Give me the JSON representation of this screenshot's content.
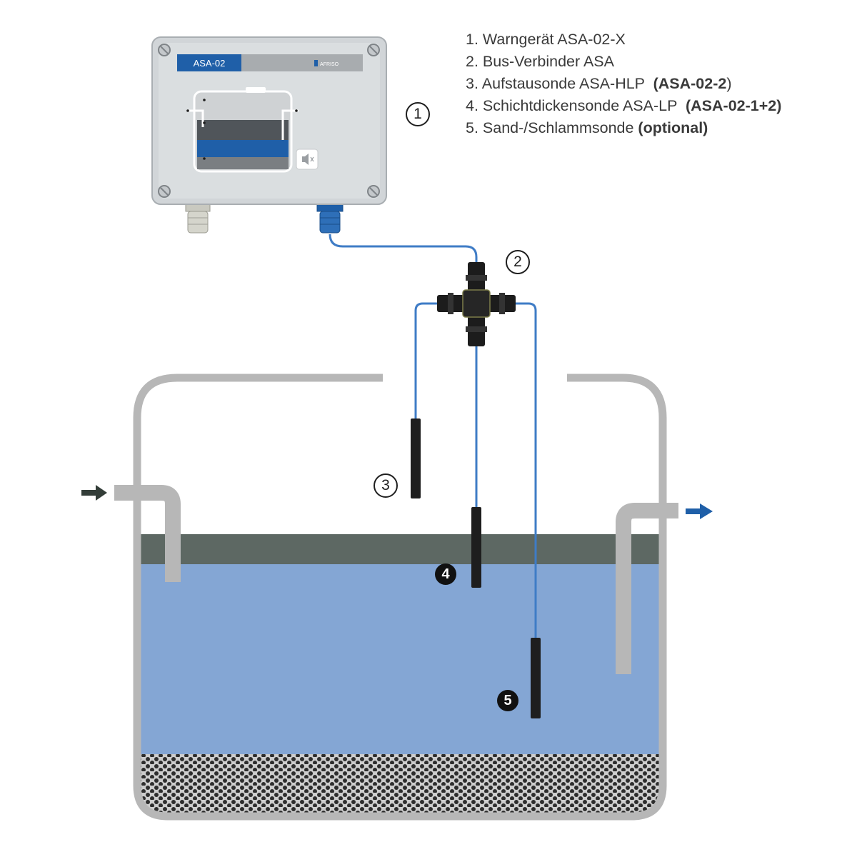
{
  "device": {
    "model_label": "ASA-02",
    "brand_label": "AFRISO"
  },
  "legend": {
    "items": [
      {
        "number": "1.",
        "text": "Warngerät ASA-02-X",
        "bold": ""
      },
      {
        "number": "2.",
        "text": "Bus-Verbinder ASA",
        "bold": ""
      },
      {
        "number": "3.",
        "text": "Aufstausonde ASA-HLP  ",
        "bold": "(ASA-02-2",
        "suffix": ")"
      },
      {
        "number": "4.",
        "text": "Schichtdickensonde ASA-LP  ",
        "bold": "(ASA-02-1+2)",
        "suffix": ""
      },
      {
        "number": "5.",
        "text": "Sand-/Schlammsonde ",
        "bold": "(optional)",
        "suffix": ""
      }
    ]
  },
  "markers": {
    "m1": "1",
    "m2": "2",
    "m3": "3",
    "m4": "4",
    "m5": "5"
  },
  "colors": {
    "tank_wall": "#b7b7b7",
    "oil_layer": "#5d6863",
    "water": "#84a6d4",
    "sediment": "#bfbfbf",
    "cable": "#3f7cc6",
    "device_panel": "#1f5fa8",
    "arrow_out": "#1f5fa8",
    "arrow_in": "#333d38"
  }
}
